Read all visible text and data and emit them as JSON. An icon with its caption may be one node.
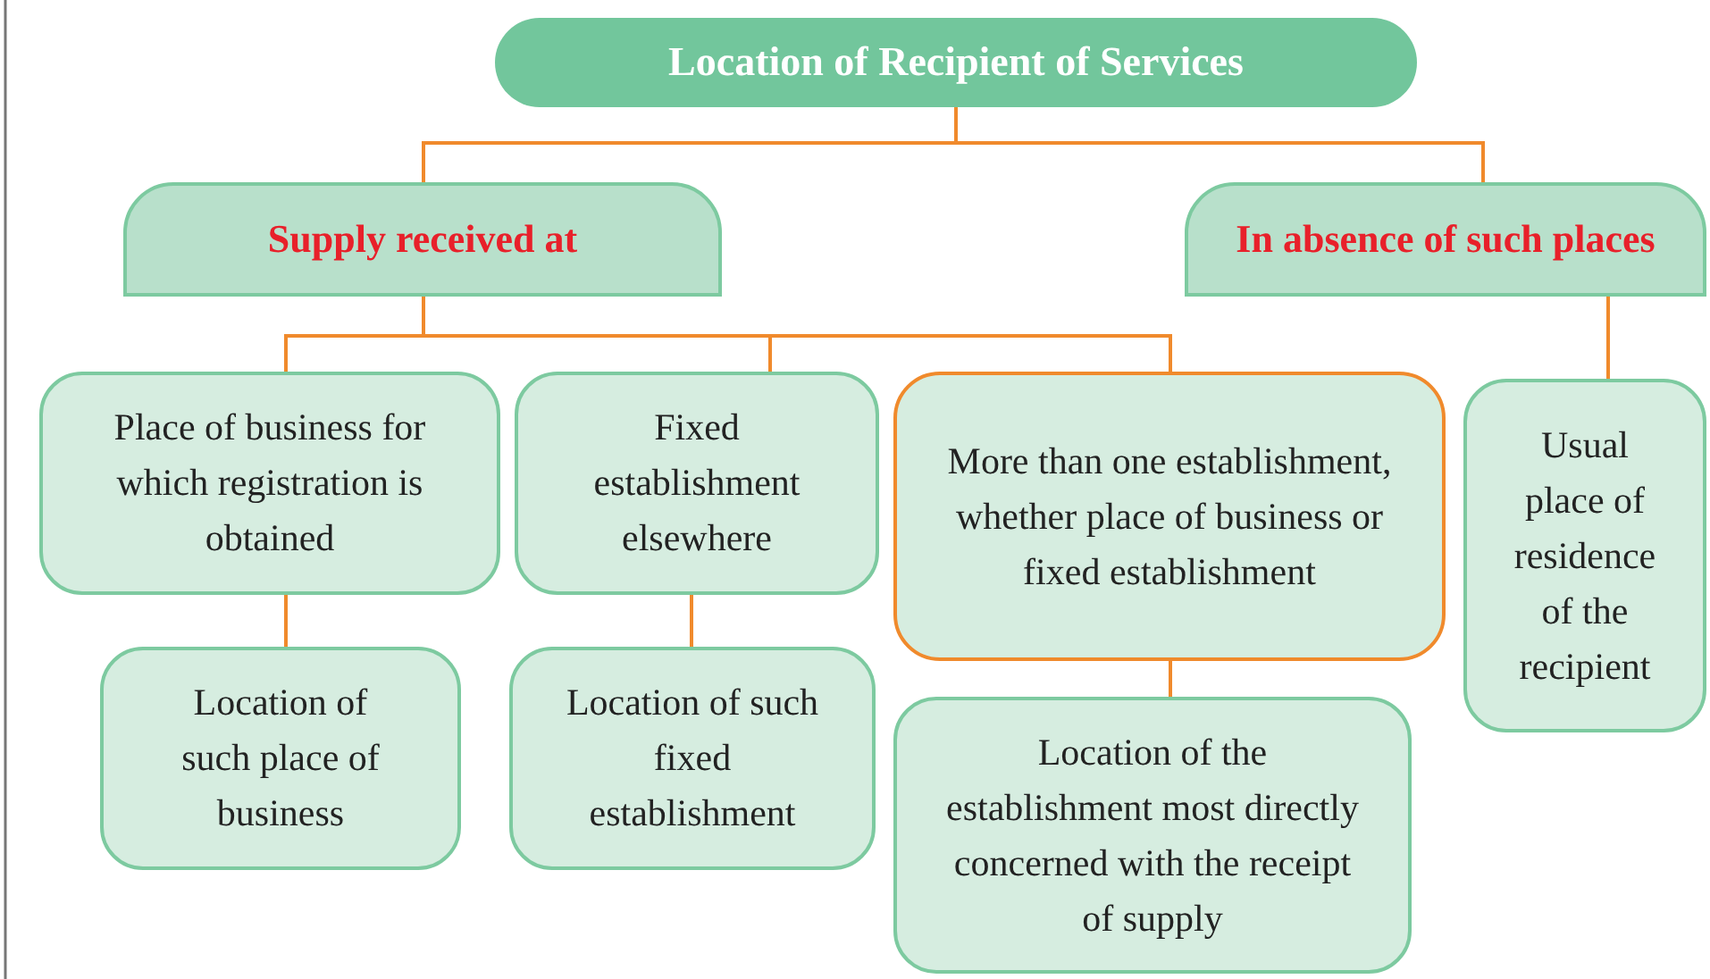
{
  "diagram": {
    "nodes": [
      {
        "text": [
          "Location of Recipient of Services"
        ]
      },
      {
        "text": [
          "Supply received at"
        ]
      },
      {
        "text": [
          "In absence of such places"
        ]
      },
      {
        "text": [
          "Place of business for which registration is obtained"
        ]
      },
      {
        "text": [
          "Fixed establishment elsewhere"
        ]
      },
      {
        "text": [
          "More than one establishment, whether place of business or fixed establishment"
        ]
      },
      {
        "text": [
          "Usual place of residence of the recipient"
        ]
      },
      {
        "text": [
          "Location of such place of business"
        ]
      },
      {
        "text": [
          "Location of such fixed establishment"
        ]
      },
      {
        "text": [
          "Location of the establishment most directly concerned with the receipt of supply"
        ]
      }
    ],
    "edges": [
      {
        "from": 0,
        "to": 1,
        "arrow": "none"
      },
      {
        "from": 0,
        "to": 2,
        "arrow": "none"
      },
      {
        "from": 1,
        "to": 3,
        "arrow": "none"
      },
      {
        "from": 1,
        "to": 4,
        "arrow": "none"
      },
      {
        "from": 1,
        "to": 5,
        "arrow": "none"
      },
      {
        "from": 2,
        "to": 6,
        "arrow": "none"
      },
      {
        "from": 3,
        "to": 7,
        "arrow": "none"
      },
      {
        "from": 4,
        "to": 8,
        "arrow": "none"
      },
      {
        "from": 5,
        "to": 9,
        "arrow": "none"
      }
    ]
  }
}
